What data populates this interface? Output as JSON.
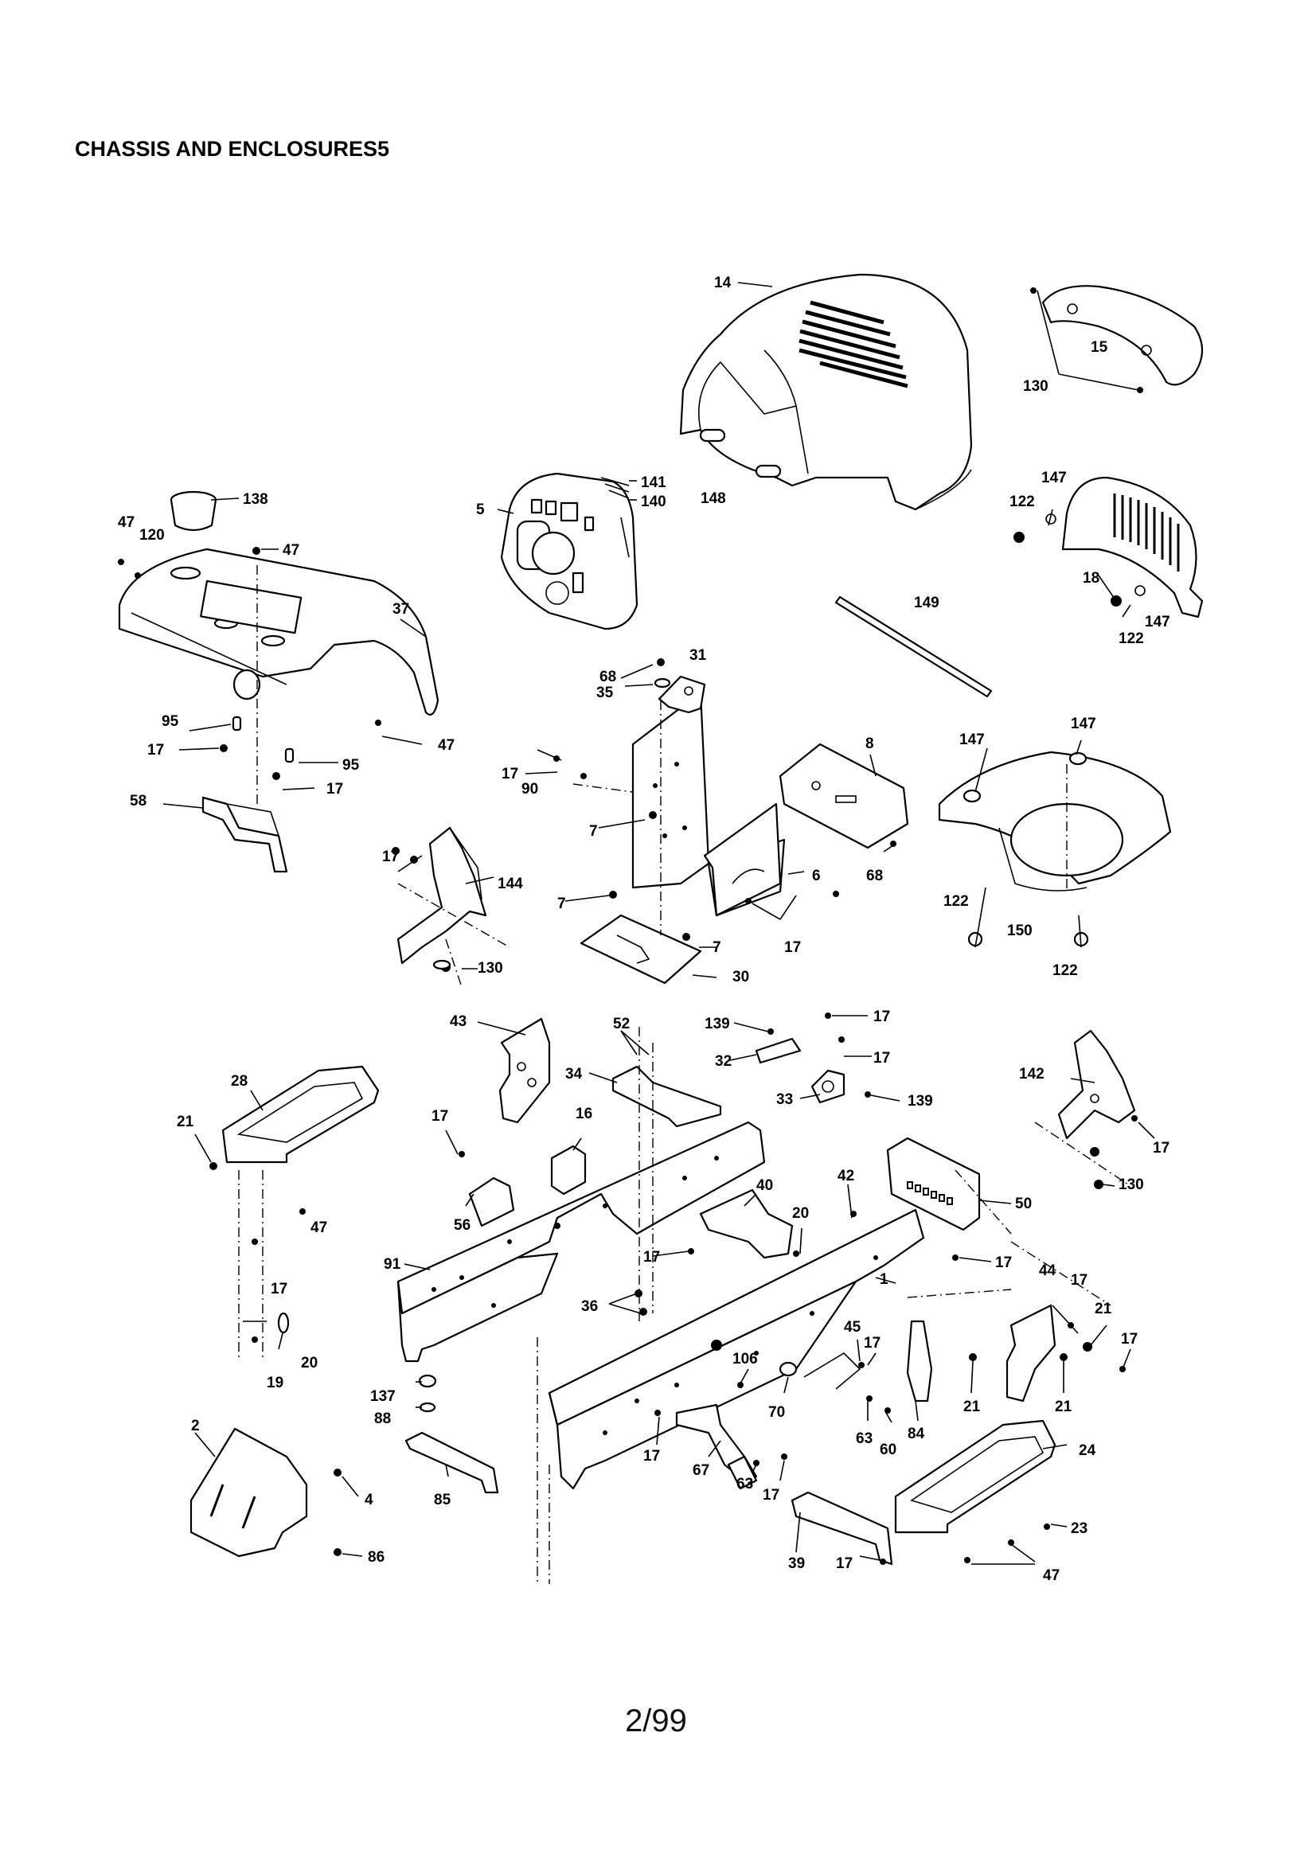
{
  "title": "CHASSIS AND ENCLOSURES5",
  "page_number": "2/99",
  "callouts": [
    "14",
    "15",
    "130",
    "141",
    "140",
    "148",
    "5",
    "138",
    "47",
    "120",
    "147",
    "122",
    "18",
    "37",
    "149",
    "31",
    "68",
    "35",
    "8",
    "95",
    "17",
    "58",
    "90",
    "7",
    "6",
    "144",
    "150",
    "30",
    "43",
    "52",
    "139",
    "32",
    "33",
    "34",
    "28",
    "16",
    "21",
    "56",
    "91",
    "40",
    "42",
    "50",
    "20",
    "44",
    "36",
    "1",
    "45",
    "106",
    "70",
    "63",
    "60",
    "84",
    "19",
    "137",
    "88",
    "2",
    "4",
    "85",
    "67",
    "39",
    "24",
    "23",
    "86",
    "142"
  ]
}
